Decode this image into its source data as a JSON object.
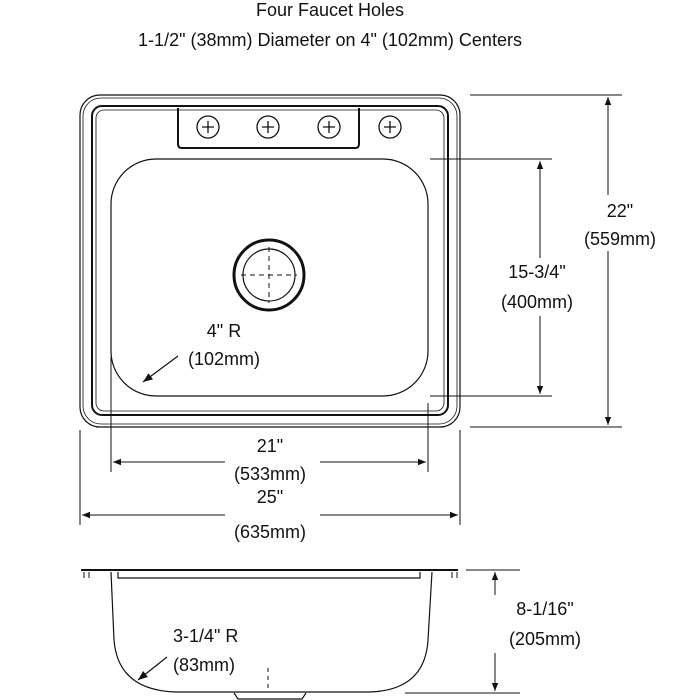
{
  "title": {
    "line1": "Four Faucet Holes",
    "line2": "1-1/2\" (38mm) Diameter on 4\" (102mm) Centers"
  },
  "top_view": {
    "corner_radius": {
      "inches": "4\" R",
      "mm": "(102mm)"
    },
    "dims": {
      "overall_depth": {
        "inches": "22\"",
        "mm": "(559mm)"
      },
      "bowl_depth": {
        "inches": "15-3/4\"",
        "mm": "(400mm)"
      },
      "bowl_width": {
        "inches": "21\"",
        "mm": "(533mm)"
      },
      "overall_width": {
        "inches": "25\"",
        "mm": "(635mm)"
      }
    }
  },
  "side_view": {
    "corner_radius": {
      "inches": "3-1/4\" R",
      "mm": "(83mm)"
    },
    "bowl_height": {
      "inches": "8-1/16\"",
      "mm": "(205mm)"
    }
  }
}
